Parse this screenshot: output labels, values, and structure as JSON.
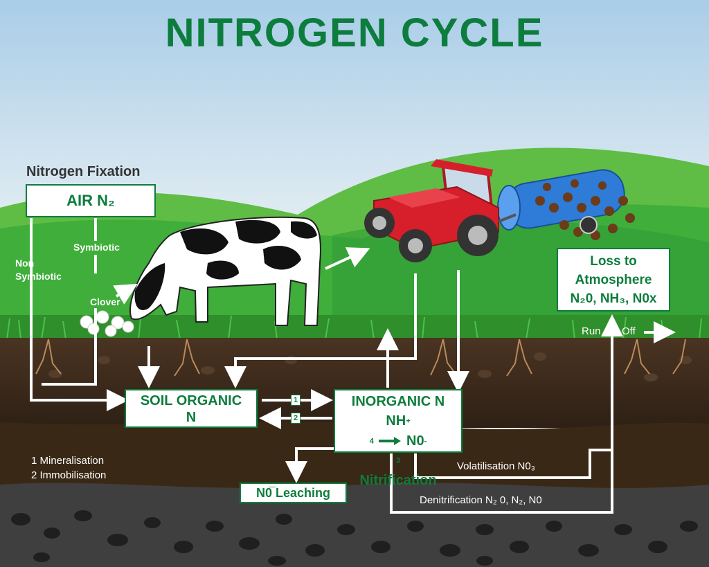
{
  "title": "NITROGEN CYCLE",
  "fixation": {
    "heading": "Nitrogen Fixation",
    "air_label": "AIR N₂",
    "non_symbiotic": [
      "Non",
      "Symbiotic"
    ],
    "symbiotic": "Symbiotic",
    "clover": "Clover"
  },
  "soil_organic": [
    "SOIL ORGANIC",
    "N"
  ],
  "inorganic": {
    "title": "INORGANIC N",
    "formula_left": "NH",
    "formula_right": "N0",
    "nitrification": "Nitrification"
  },
  "process_numbers": [
    "1",
    "2"
  ],
  "legend": [
    "1 Mineralisation",
    "2 Immobilisation"
  ],
  "leaching": "N0̅ Leaching",
  "loss": [
    "Loss to",
    "Atmosphere",
    "N₂0, NH₃, N0x"
  ],
  "runoff": [
    "Run",
    "Off"
  ],
  "volatilisation": "Volatilisation N0₃",
  "denitrification": "Denitrification N₂ 0, N₂, N0",
  "colors": {
    "title_green": "#0d7d3d",
    "sky": "#a9cde8",
    "grass": "#3fae3a",
    "soil_dark": "#3b2a1c",
    "rock": "#2d2d2d"
  }
}
